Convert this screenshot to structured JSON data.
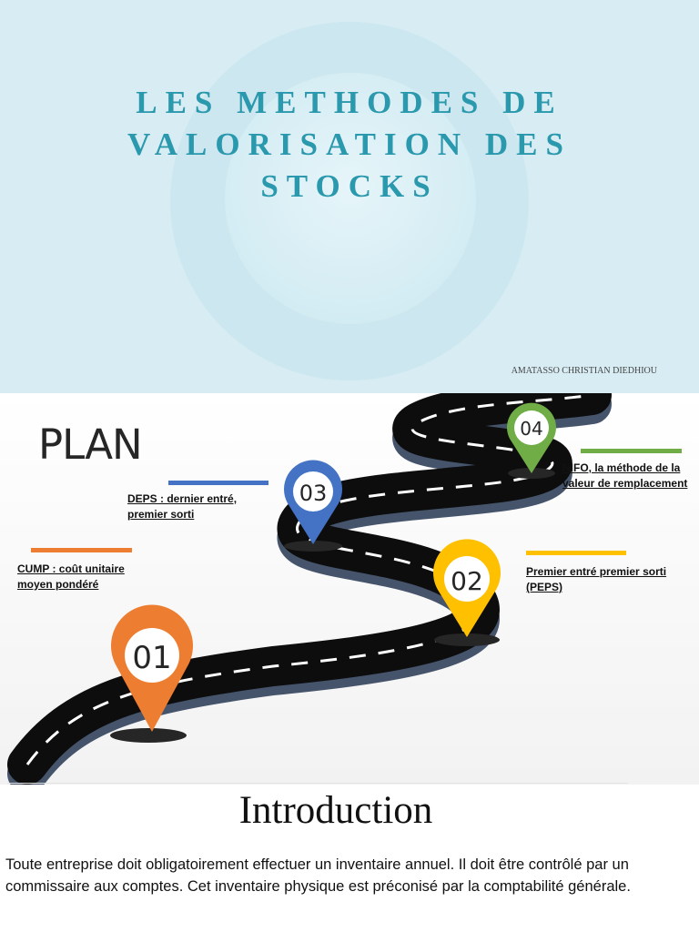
{
  "title_slide": {
    "title_lines": [
      "LES METHODES DE",
      "VALORISATION DES",
      "STOCKS"
    ],
    "author": "AMATASSO CHRISTIAN DIEDHIOU",
    "colors": {
      "background": "#d7ecf3",
      "title": "#2a98ad"
    }
  },
  "plan_slide": {
    "heading": "PLAN",
    "markers": [
      {
        "number": "01",
        "label": "CUMP : coût unitaire moyen pondéré",
        "color": "#ed7d31"
      },
      {
        "number": "02",
        "label": "Premier entré premier sorti (PEPS)",
        "color": "#ffc000"
      },
      {
        "number": "03",
        "label": "DEPS : dernier entré, premier sorti",
        "color": "#4472c4"
      },
      {
        "number": "04",
        "label": "NIFO, la méthode de la valeur de remplacement",
        "color": "#70ad47"
      }
    ],
    "road_icon": "winding-road-icon",
    "marker_icon": "map-pin-icon"
  },
  "intro_slide": {
    "heading": "Introduction",
    "body": "Toute entreprise doit obligatoirement effectuer un inventaire annuel. Il doit être contrôlé par un commissaire aux comptes. Cet inventaire physique est préconisé par la comptabilité générale."
  }
}
